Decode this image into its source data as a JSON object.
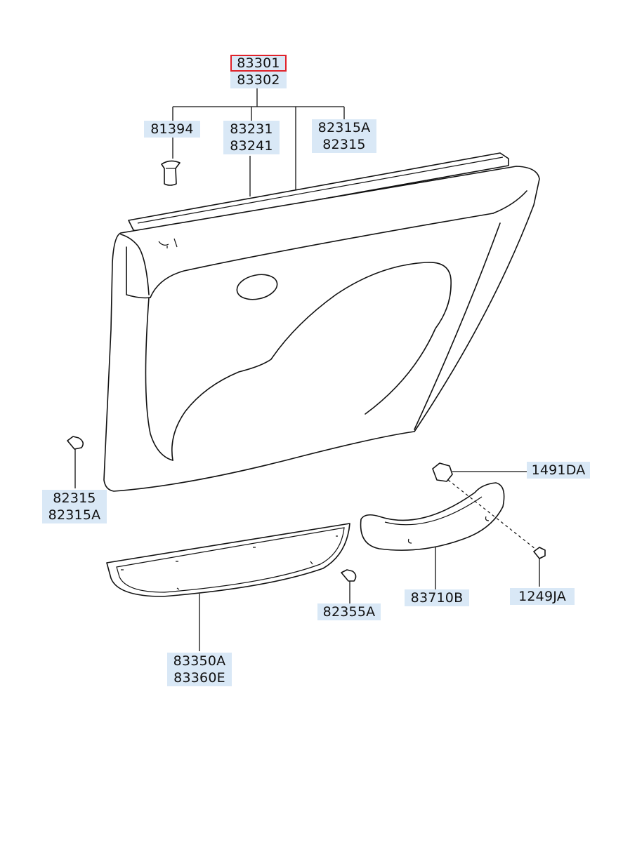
{
  "labels": {
    "l83301": {
      "line1": "83301",
      "line2": "83302"
    },
    "l81394": {
      "line1": "81394"
    },
    "l83231": {
      "line1": "83231",
      "line2": "83241"
    },
    "l82315A_top": {
      "line1": "82315A",
      "line2": "82315"
    },
    "l82315_left": {
      "line1": "82315",
      "line2": "82315A"
    },
    "l1491DA": {
      "line1": "1491DA"
    },
    "l83710B": {
      "line1": "83710B"
    },
    "l1249JA": {
      "line1": "1249JA"
    },
    "l82355A": {
      "line1": "82355A"
    },
    "l83350A": {
      "line1": "83350A",
      "line2": "83360E"
    }
  },
  "colors": {
    "label_bg": "#d9e8f6",
    "highlight_border": "#e0222a",
    "line": "#111111"
  }
}
